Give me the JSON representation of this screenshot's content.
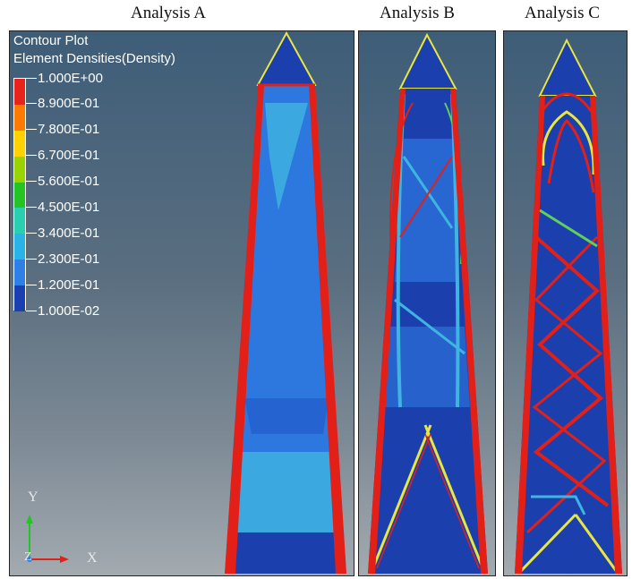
{
  "titles": {
    "a": "Analysis A",
    "b": "Analysis B",
    "c": "Analysis C"
  },
  "legend": {
    "title": "Contour Plot",
    "subtitle": "Element Densities(Density)",
    "ticks": [
      "1.000E+00",
      "8.900E-01",
      "7.800E-01",
      "6.700E-01",
      "5.600E-01",
      "4.500E-01",
      "3.400E-01",
      "2.300E-01",
      "1.200E-01",
      "1.000E-02"
    ],
    "colors": [
      "#e8231a",
      "#ff7a00",
      "#ffd200",
      "#9ad400",
      "#23c423",
      "#29d0b0",
      "#28b4e6",
      "#2f7fe6",
      "#1a3fb0"
    ]
  },
  "triad": {
    "y": "Y",
    "x": "X",
    "z": "Z"
  },
  "colors": {
    "red": "#e32018",
    "blue_dark": "#1c3fae",
    "blue_mid": "#2d78df",
    "cyan": "#3fb4e0",
    "green": "#5fd05a",
    "yellow": "#e8e640"
  }
}
